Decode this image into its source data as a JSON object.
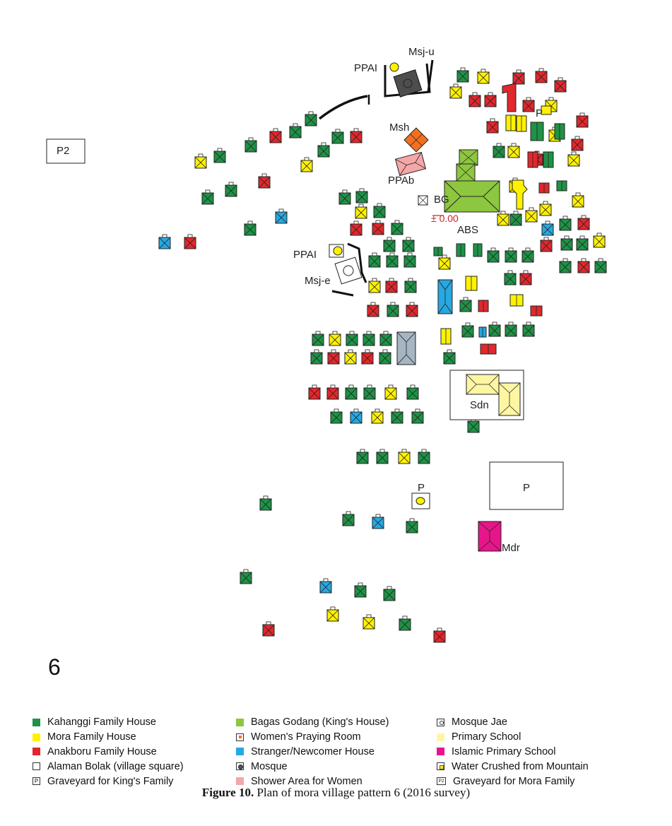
{
  "map": {
    "figure_number": "6",
    "labels": {
      "msj_u": "Msj-u",
      "ppai_top": "PPAI",
      "msh": "Msh",
      "ppab": "PPAb",
      "bg": "BG",
      "abs": "ABS",
      "elevation": "± 0.00",
      "ppai_mid": "PPAI",
      "msj_e": "Msj-e",
      "sdn": "Sdn",
      "p_large": "P",
      "p_small": "P",
      "p_top_right": "P",
      "p2": "P2",
      "mdr": "Mdr",
      "ppai_mark": "P"
    },
    "colors": {
      "kahanggi": "#1e9246",
      "mora": "#fff200",
      "anakboru": "#e0282d",
      "alaman": "#ffffff",
      "bagas_godang": "#8dc63f",
      "womens_praying": "#f37021",
      "stranger": "#27a8e0",
      "mosque": "#4d4d4d",
      "shower": "#f4a7a6",
      "primary_school": "#fff6a3",
      "islamic_school": "#e6168a",
      "water": "#fff200",
      "grey_building": "#a6b5c2"
    }
  },
  "legend": {
    "columns": [
      [
        {
          "swatch": "kahanggi",
          "label": "Kahanggi Family House"
        },
        {
          "swatch": "mora",
          "label": "Mora Family House"
        },
        {
          "swatch": "anakboru",
          "label": "Anakboru Family House"
        },
        {
          "swatch": "alaman",
          "label": "Alaman Bolak (village square)"
        },
        {
          "swatch": "graveyard_king",
          "label": "Graveyard for King's Family",
          "symbol": "P"
        }
      ],
      [
        {
          "swatch": "bagas_godang",
          "label": "Bagas Godang (King's House)"
        },
        {
          "swatch": "womens_praying",
          "label": "Women's Praying Room"
        },
        {
          "swatch": "stranger",
          "label": "Stranger/Newcomer House"
        },
        {
          "swatch": "mosque",
          "label": "Mosque"
        },
        {
          "swatch": "shower",
          "label": "Shower Area for Women"
        }
      ],
      [
        {
          "swatch": "mosque_jae",
          "label": "Mosque Jae"
        },
        {
          "swatch": "primary_school",
          "label": "Primary School"
        },
        {
          "swatch": "islamic_school",
          "label": "Islamic Primary School"
        },
        {
          "swatch": "water",
          "label": "Water Crushed from Mountain"
        },
        {
          "swatch": "graveyard_mora",
          "label": "Graveyard for Mora Family",
          "symbol": "P2"
        }
      ]
    ]
  },
  "caption": {
    "prefix": "Figure 10.",
    "text": "Plan of mora village pattern 6 (2016 survey)"
  }
}
